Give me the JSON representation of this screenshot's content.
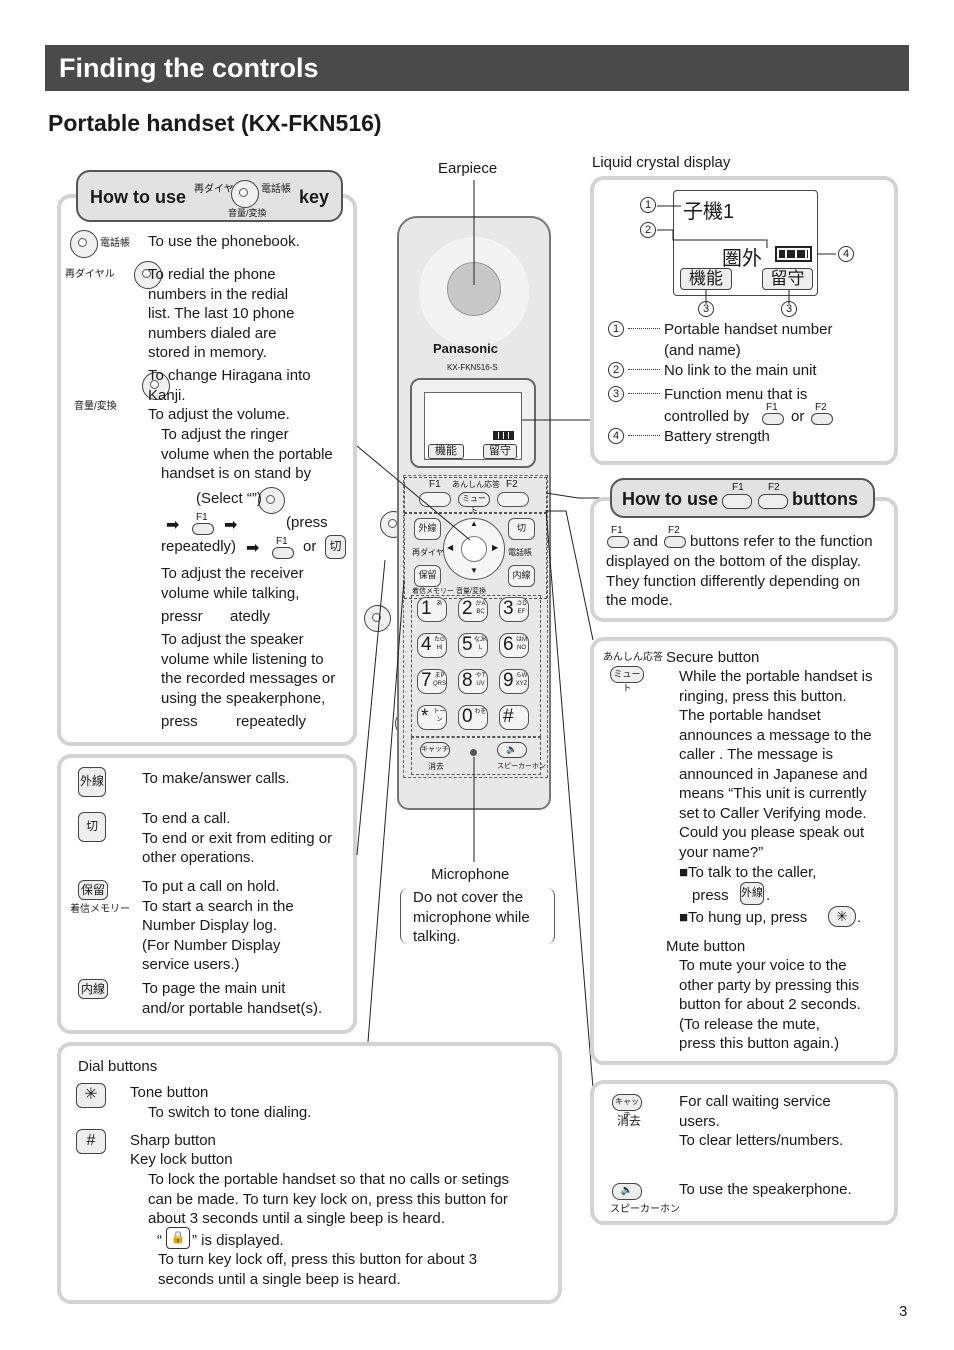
{
  "header": {
    "title": "Finding the controls",
    "subtitle": "Portable handset (KX-FKN516)"
  },
  "phone": {
    "brand": "Panasonic",
    "model": "KX-FKN516-S",
    "earpiece_label": "Earpiece",
    "lcd_label": "Liquid crystal display",
    "microphone_label": "Microphone",
    "microphone_note": [
      "Do not cover the",
      "microphone while",
      "talking."
    ],
    "screen_soft_keys": [
      "機能",
      "留守"
    ],
    "f1": "F1",
    "f2": "F2",
    "secure_label": "あんしん応答",
    "mute_label": "ミュート",
    "redial_label": "再ダイヤル",
    "phonebook_label": "電話帳",
    "caller_id_label": "着信メモリー",
    "volume_label": "音量/変換",
    "outside_label": "外線",
    "end_label": "切",
    "hold_label": "保留",
    "intercom_label": "内線",
    "catch_label": "キャッチ",
    "clear_label": "消去",
    "speaker_label": "スピーカーホン",
    "keys": [
      {
        "d": "1",
        "s": "あ"
      },
      {
        "d": "2",
        "s": "かABC"
      },
      {
        "d": "3",
        "s": "さDEF"
      },
      {
        "d": "4",
        "s": "たGHI"
      },
      {
        "d": "5",
        "s": "なJKL"
      },
      {
        "d": "6",
        "s": "はMNO"
      },
      {
        "d": "7",
        "s": "まPQRS"
      },
      {
        "d": "8",
        "s": "やTUV"
      },
      {
        "d": "9",
        "s": "らWXYZ"
      },
      {
        "d": "*",
        "s": "トーン"
      },
      {
        "d": "0",
        "s": "わを"
      },
      {
        "d": "#",
        "s": ""
      }
    ]
  },
  "nav_box": {
    "title_pre": "How to use",
    "title_post": "key",
    "title_left_label": "再ダイヤル",
    "title_right_label": "電話帳",
    "title_bottom_label": "音量/変換",
    "phonebook_label": "電話帳",
    "redial_label": "再ダイヤル",
    "volume_label": "音量/変換",
    "lines": {
      "phonebook": "To use the phonebook.",
      "redial": [
        "To redial the phone",
        "numbers in the redial",
        "list. The last 10 phone",
        "numbers dialed are",
        "stored in memory."
      ],
      "hiragana": [
        "To change Hiragana into",
        "Kanji."
      ],
      "adjust_volume": "To adjust the volume.",
      "ringer": [
        "To adjust the ringer",
        "volume when the portable",
        "handset is on stand by"
      ],
      "select": "(Select “”)",
      "press": "(press",
      "repeatedly": "repeatedly)",
      "or": "or",
      "receiver": [
        "To adjust the receiver",
        "volume while talking,"
      ],
      "press_r": "pressr",
      "atedly": "atedly",
      "speaker": [
        "To adjust the speaker",
        "volume while listening to",
        "the recorded messages or",
        "using the speakerphone,"
      ],
      "press2": "press",
      "repeatedly2": "repeatedly"
    }
  },
  "call_box": {
    "outside_key": "外線",
    "end_key": "切",
    "hold_key": "保留",
    "caller_id_label": "着信メモリー",
    "intercom_key": "内線",
    "make_answer": "To make/answer calls.",
    "end": [
      "To end a call.",
      "To end or exit from editing or",
      "other operations."
    ],
    "hold": [
      "To put a call on hold.",
      "To start a search in the",
      "Number Display log.",
      "(For Number Display",
      " service users.)"
    ],
    "page": [
      "To page the main unit",
      "and/or portable handset(s)."
    ]
  },
  "dial_box": {
    "heading": "Dial buttons",
    "tone_title": "Tone button",
    "tone_desc": "To switch to tone dialing.",
    "sharp_title": "Sharp button",
    "lock_title": "Key lock button",
    "lock_desc": [
      "To lock the portable handset so that no calls or setings",
      "can be made. To turn key lock on, press this button for",
      "about 3 seconds until a single beep is heard."
    ],
    "displayed": "” is displayed.",
    "quote_open": "“",
    "unlock": [
      "To turn key lock off, press this button for about 3",
      " seconds until a single beep is heard."
    ],
    "tone_key_label": "トーン"
  },
  "lcd_box": {
    "handset_name": "子機1",
    "out_of_range": "圏外",
    "soft_left": "機能",
    "soft_right": "留守",
    "legend": [
      {
        "num": "1",
        "text": [
          "Portable handset number",
          "(and name)"
        ]
      },
      {
        "num": "2",
        "text": [
          "No link to the main unit"
        ]
      },
      {
        "num": "3",
        "text": [
          "Function menu that is",
          "controlled by"
        ]
      },
      {
        "num": "4",
        "text": [
          "Battery strength"
        ]
      }
    ],
    "or": "or",
    "callout_nums": [
      "1",
      "2",
      "3",
      "3",
      "4"
    ]
  },
  "f_box": {
    "title_pre": "How to use",
    "title_post": "buttons",
    "and": "and",
    "desc_first": "buttons refer to the function",
    "desc": [
      "displayed on the bottom of the display.",
      "They function differently depending on",
      "the mode."
    ]
  },
  "secure_box": {
    "secure_label": "あんしん応答",
    "mute_label": "ミュート",
    "secure_title": "Secure button",
    "secure_desc": [
      "While the portable handset is",
      "ringing, press this button.",
      "The portable handset",
      "announces a message to the",
      "caller . The message is",
      "announced in Japanese and",
      "means “This unit is currently",
      "set to Caller Verifying mode.",
      "Could you please speak out",
      "your name?”"
    ],
    "talk_line": "■To talk to the caller,",
    "talk_press": "press",
    "hang_line": "■To hung up, press",
    "outside_key": "外線",
    "mute_title": "Mute button",
    "mute_desc": [
      "To mute your voice to the",
      "other party by pressing this",
      "button for about 2 seconds.",
      "(To release the mute,",
      " press this button again.)"
    ]
  },
  "catch_box": {
    "catch_key": "キャッチ",
    "clear_label": "消去",
    "speaker_label": "スピーカーホン",
    "catch_desc": [
      "For call waiting service",
      "users.",
      "To clear letters/numbers."
    ],
    "speaker_desc": "To use the speakerphone."
  },
  "page_number": "3"
}
